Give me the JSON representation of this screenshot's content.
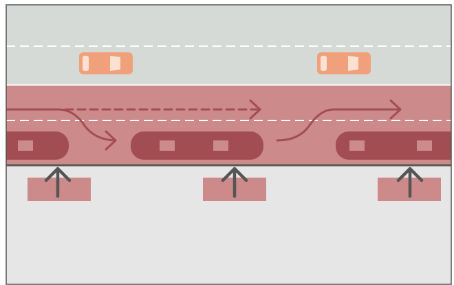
{
  "colors": {
    "frame": "#555555",
    "traffic_lane": "#d6dad6",
    "bus_lane": "#cd8a8a",
    "sidewalk": "#e6e6e6",
    "curb": "#5a5a5a",
    "bus_body": "#a24d52",
    "bus_window": "#cd8a8a",
    "car": "#f0a07a",
    "car_glass": "#fbe1d2",
    "route_arrow": "#a24d52",
    "stop_marker": "#cd8a8a",
    "stop_arrow": "#555555",
    "lane_marking": "#ffffff"
  },
  "icons": {
    "car": "car-icon",
    "bus": "bus-icon",
    "stop_arrow": "up-arrow-icon"
  },
  "scene": {
    "lanes": [
      "traffic-lane",
      "bus-lane",
      "sidewalk"
    ],
    "cars_in_traffic_lane": 2,
    "buses_in_bus_lane": 3,
    "bus_stops": 3,
    "route_arrows": [
      "curved-into-lane",
      "dashed-straight",
      "curved-out-of-lane"
    ]
  }
}
